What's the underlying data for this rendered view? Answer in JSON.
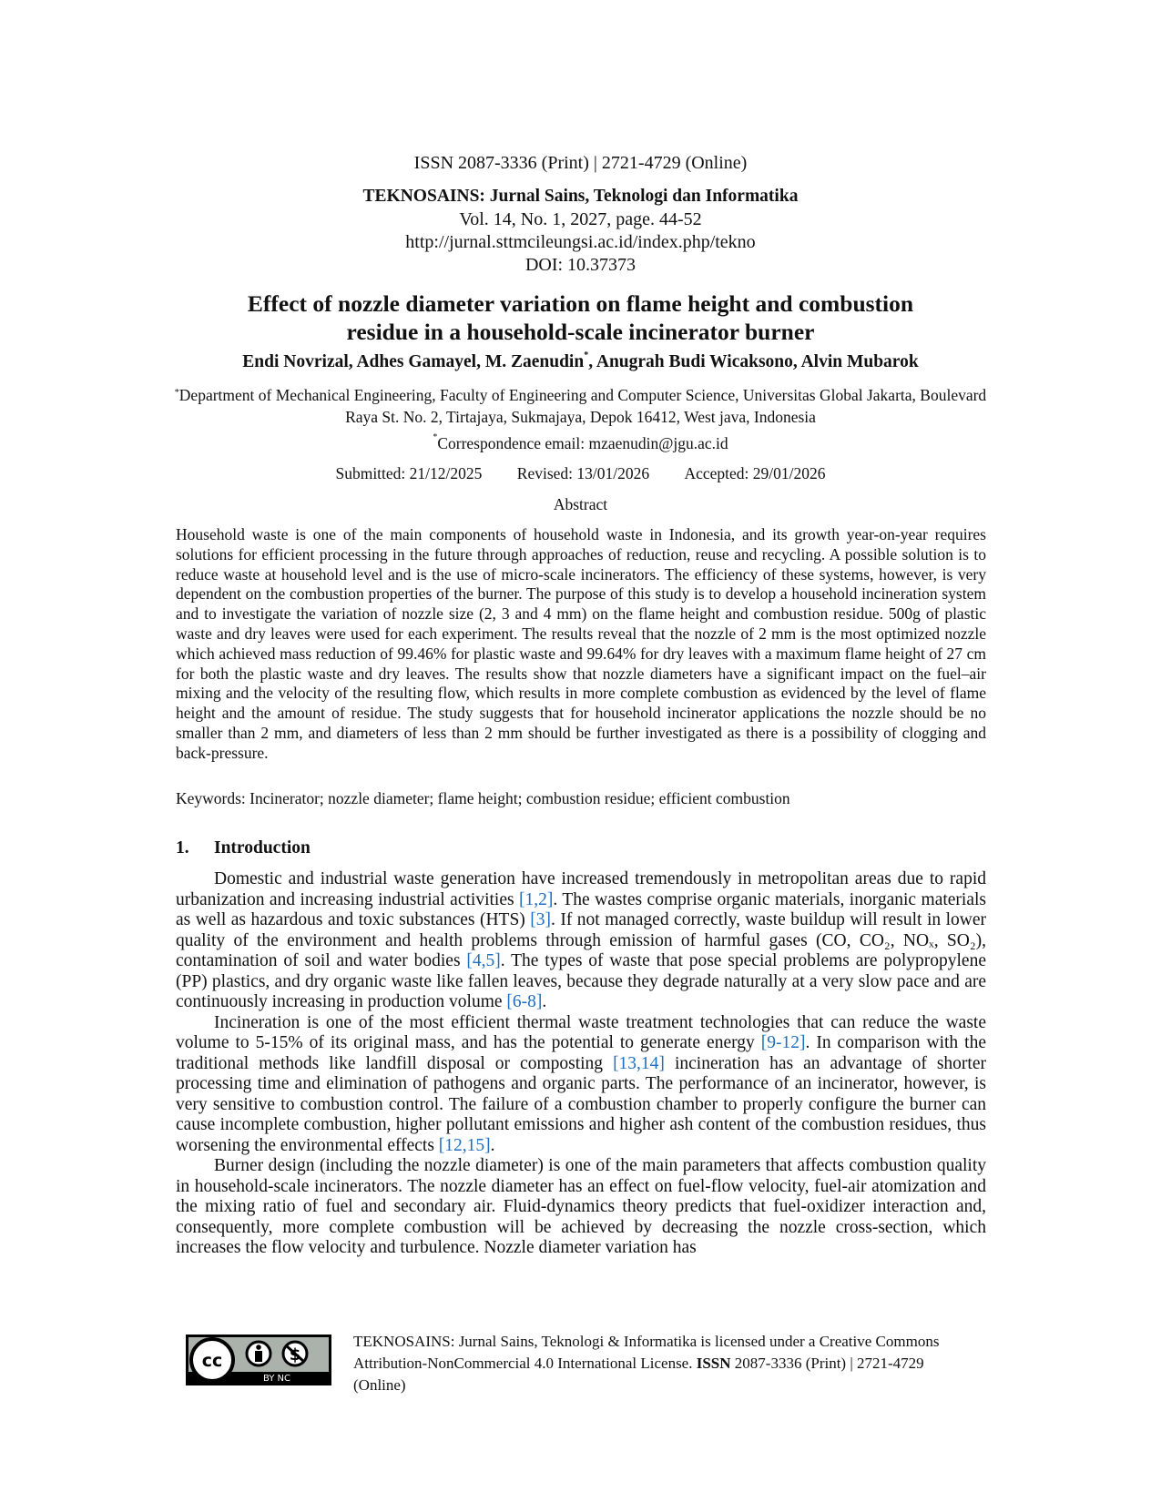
{
  "header": {
    "issn": "ISSN 2087-3336 (Print) | 2721-4729 (Online)",
    "journal": "TEKNOSAINS: Jurnal Sains, Teknologi dan Informatika",
    "volume": "Vol. 14, No. 1, 2027, page. 44-52",
    "url": "http://jurnal.sttmcileungsi.ac.id/index.php/tekno",
    "doi": "DOI: 10.37373"
  },
  "title_line1": "Effect of nozzle diameter variation on flame height and combustion",
  "title_line2": "residue in a household-scale incinerator burner",
  "authors_part1": "Endi Novrizal, Adhes Gamayel, M. Zaenudin",
  "authors_mark": "*",
  "authors_part2": ", Anugrah Budi Wicaksono, Alvin Mubarok",
  "affiliation_mark": "*",
  "affiliation": "Department of Mechanical Engineering, Faculty of Engineering and Computer Science, Universitas Global Jakarta, Boulevard Raya St. No. 2, Tirtajaya, Sukmajaya, Depok 16412, West java, Indonesia",
  "correspondence_mark": "*",
  "correspondence": "Correspondence email: mzaenudin@jgu.ac.id",
  "dates": {
    "submitted": "Submitted: 21/12/2025",
    "revised": "Revised: 13/01/2026",
    "accepted": "Accepted: 29/01/2026"
  },
  "abstract_heading": "Abstract",
  "abstract": "Household waste is one of the main components of household waste in Indonesia, and its growth year-on-year requires solutions for efficient processing in the future through approaches of reduction, reuse and recycling. A possible solution is to reduce waste at household level and is the use of micro-scale incinerators. The efficiency of these systems, however, is very dependent on the combustion properties of the burner. The purpose of this study is to develop a household incineration system and to investigate the variation of nozzle size (2, 3 and 4 mm) on the flame height and combustion residue. 500g of plastic waste and dry leaves were used for each experiment. The results reveal that the nozzle of 2 mm is the most optimized nozzle which achieved mass reduction of 99.46% for plastic waste and 99.64% for dry leaves with a maximum flame height of 27 cm for both the plastic waste and dry leaves. The results show that nozzle diameters have a significant impact on the fuel–air mixing and the velocity of the resulting flow, which results in more complete combustion as evidenced by the level of flame height and the amount of residue. The study suggests that for household incinerator applications the nozzle should be no smaller than 2 mm, and diameters of less than 2 mm should be further investigated as there is a possibility of clogging and back-pressure.",
  "keywords": "Keywords: Incinerator; nozzle diameter; flame height; combustion residue; efficient combustion",
  "section": {
    "number": "1.",
    "title": "Introduction"
  },
  "para1": {
    "t1": "Domestic and industrial waste generation have increased tremendously in metropolitan areas due to rapid urbanization and increasing industrial activities ",
    "r1": "[1,2]",
    "t2": ". The wastes comprise organic materials, inorganic materials as well as hazardous and toxic substances (HTS) ",
    "r2": "[3]",
    "t3": ". If not managed correctly, waste buildup will result in lower quality of the environment and health problems through emission of harmful gases (CO, CO₂, NOₓ, SO₂), contamination of soil and water bodies ",
    "r3": "[4,5]",
    "t4": ". The types of waste that pose special problems are polypropylene (PP) plastics, and dry organic waste like fallen leaves, because they degrade naturally at a very slow pace and are continuously increasing in production volume ",
    "r4": "[6-8]",
    "t5": "."
  },
  "para2": {
    "t1": "Incineration is one of the most efficient thermal waste treatment technologies that can reduce the waste volume to 5-15% of its original mass, and has the potential to generate energy ",
    "r1": "[9-12]",
    "t2": ". In comparison with the traditional methods like landfill disposal or composting ",
    "r2": "[13,14]",
    "t3": " incineration has an advantage of shorter processing time and elimination of pathogens and organic parts. The performance of an incinerator, however, is very sensitive to combustion control. The failure of a combustion chamber to properly configure the burner can cause incomplete combustion, higher pollutant emissions and higher ash content of the combustion residues, thus worsening the environmental effects ",
    "r3": "[12,15]",
    "t4": "."
  },
  "para3": "Burner design (including the nozzle diameter) is one of the main parameters that affects combustion quality in household-scale incinerators. The nozzle diameter has an effect on fuel-flow velocity, fuel-air atomization and the mixing ratio of fuel and secondary air. Fluid-dynamics theory predicts that fuel-oxidizer interaction and, consequently, more complete combustion will be achieved by decreasing the nozzle cross-section, which increases the flow velocity and turbulence. Nozzle diameter variation has",
  "footer": {
    "license_logo_text": "BY NC",
    "license_text_1": "TEKNOSAINS: Jurnal Sains, Teknologi & Informatika is licensed under a Creative Commons Attribution-NonCommercial 4.0 International License. ",
    "license_issn_bold": "ISSN",
    "license_text_2": " 2087-3336 (Print) | 2721-4729 (Online)"
  }
}
